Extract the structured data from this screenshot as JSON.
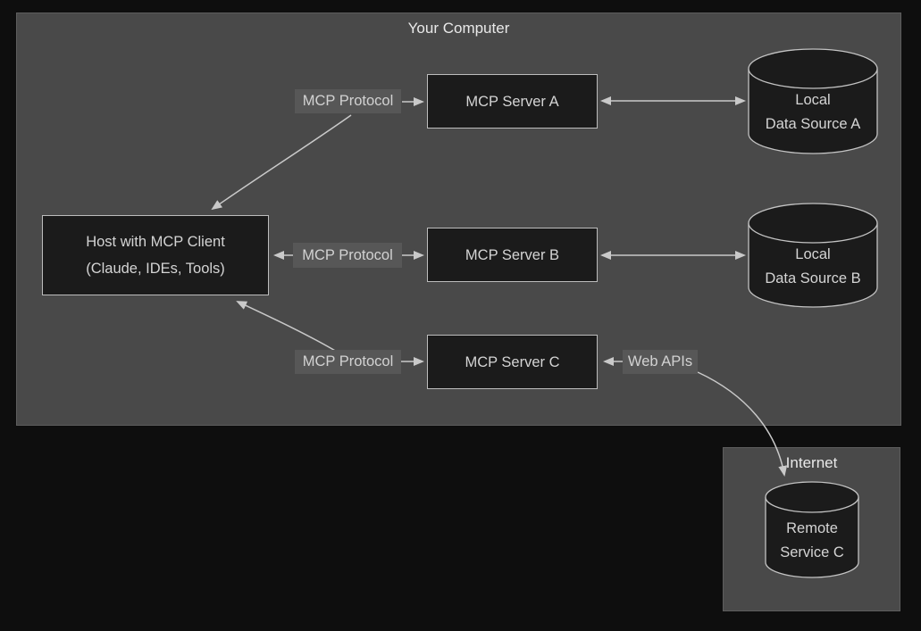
{
  "containers": {
    "your_computer": {
      "title": "Your Computer"
    },
    "internet": {
      "title": "Internet"
    }
  },
  "nodes": {
    "host": {
      "line1": "Host with MCP Client",
      "line2": "(Claude, IDEs, Tools)"
    },
    "server_a": {
      "label": "MCP Server A"
    },
    "server_b": {
      "label": "MCP Server B"
    },
    "server_c": {
      "label": "MCP Server C"
    },
    "data_source_a": {
      "line1": "Local",
      "line2": "Data Source A"
    },
    "data_source_b": {
      "line1": "Local",
      "line2": "Data Source B"
    },
    "remote_service_c": {
      "line1": "Remote",
      "line2": "Service C"
    }
  },
  "edge_labels": {
    "mcp_protocol_a": "MCP Protocol",
    "mcp_protocol_b": "MCP Protocol",
    "mcp_protocol_c": "MCP Protocol",
    "web_apis": "Web APIs"
  },
  "colors": {
    "canvas_bg": "#0e0e0e",
    "container_fill": "#494949",
    "container_border": "#5d5d5d",
    "node_fill": "#1b1b1b",
    "node_border": "#bdbdbd",
    "edge_label_bg": "#575757",
    "edge_stroke": "#c9c9c9",
    "node_text": "#d4d4d4",
    "title_text": "#e9e9e9"
  }
}
